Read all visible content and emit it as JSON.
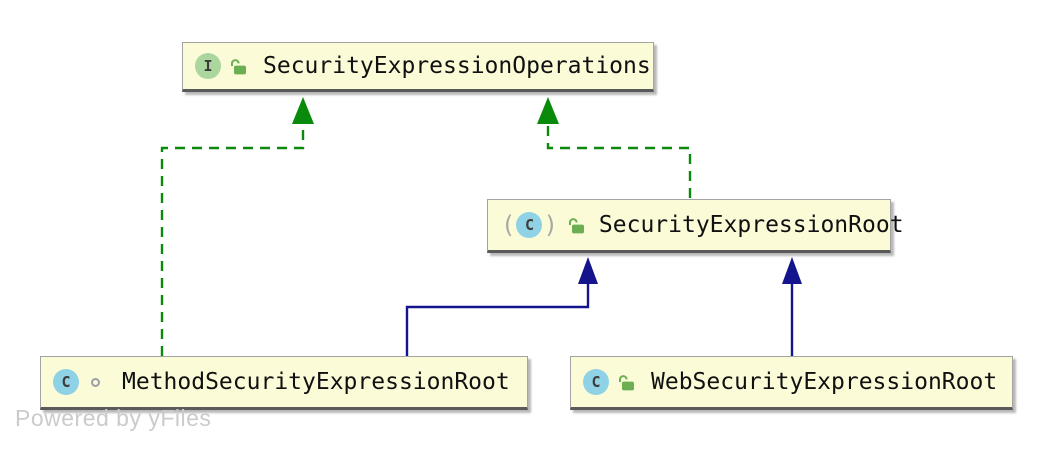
{
  "diagram": {
    "title": "UML class diagram",
    "letters": {
      "interface": "I",
      "class": "C"
    },
    "nodes": [
      {
        "label": "SecurityExpressionOperations",
        "kind": "interface",
        "visibility": "public"
      },
      {
        "label": "SecurityExpressionRoot",
        "kind": "class-in-parentheses",
        "visibility": "public"
      },
      {
        "label": "MethodSecurityExpressionRoot",
        "kind": "class",
        "visibility": "package-private"
      },
      {
        "label": "WebSecurityExpressionRoot",
        "kind": "class",
        "visibility": "public"
      }
    ],
    "edges": [
      {
        "from": "MethodSecurityExpressionRoot",
        "to": "SecurityExpressionOperations",
        "type": "implements",
        "style": "dashed-green"
      },
      {
        "from": "SecurityExpressionRoot",
        "to": "SecurityExpressionOperations",
        "type": "implements",
        "style": "dashed-green"
      },
      {
        "from": "MethodSecurityExpressionRoot",
        "to": "SecurityExpressionRoot",
        "type": "extends",
        "style": "solid-navy"
      },
      {
        "from": "WebSecurityExpressionRoot",
        "to": "SecurityExpressionRoot",
        "type": "extends",
        "style": "solid-navy"
      }
    ],
    "watermark": "Powered by yFiles",
    "colors": {
      "node_fill": "#fbfbd8",
      "node_border": "#a3a3a3",
      "node_bottom_border": "#5a5a5a",
      "implements_green": "#0a8a0a",
      "extends_navy": "#14148c",
      "interface_icon_bg": "#abd69d",
      "class_icon_bg": "#8fd2e6",
      "lock_green": "#6cae52",
      "ring_gray": "#9aa0a6",
      "watermark_gray": "#cbcbcb"
    }
  }
}
